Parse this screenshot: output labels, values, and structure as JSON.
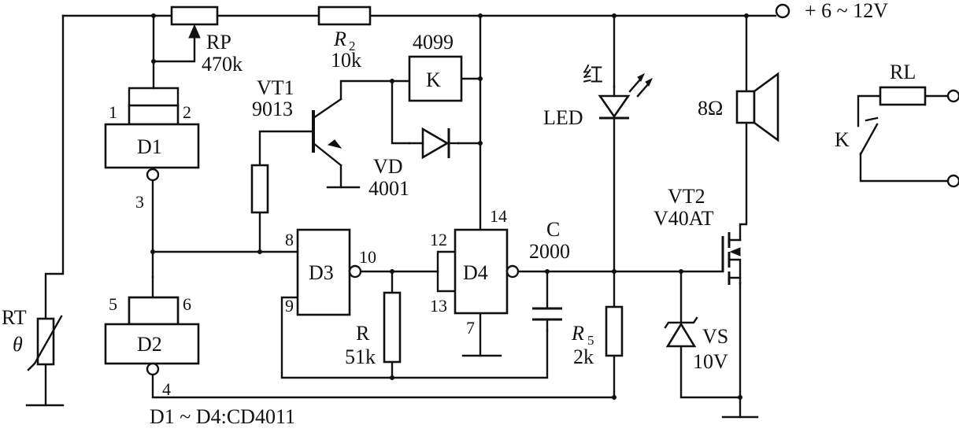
{
  "supply": {
    "label": "+ 6 ~ 12V"
  },
  "rp": {
    "name": "RP",
    "value": "470k"
  },
  "r2": {
    "name": "R",
    "sub": "2",
    "value": "10k"
  },
  "relay": {
    "name": "4099",
    "coil": "K"
  },
  "vt1": {
    "name": "VT1",
    "type": "9013"
  },
  "vd": {
    "name": "VD",
    "type": "4001"
  },
  "led": {
    "color_label": "红",
    "name": "LED"
  },
  "speaker": {
    "value": "8Ω"
  },
  "rl": {
    "name": "RL",
    "contact": "K"
  },
  "gates": {
    "d1": {
      "name": "D1",
      "pin_a": "1",
      "pin_b": "2",
      "pin_out": "3"
    },
    "d2": {
      "name": "D2",
      "pin_a": "5",
      "pin_b": "6",
      "pin_out": "4"
    },
    "d3": {
      "name": "D3",
      "pin_a": "8",
      "pin_b": "9",
      "pin_out": "10"
    },
    "d4": {
      "name": "D4",
      "pin_a": "12",
      "pin_b": "13",
      "pin_vdd": "14",
      "pin_gnd": "7"
    }
  },
  "c": {
    "name": "C",
    "value": "2000"
  },
  "r": {
    "name": "R",
    "value": "51k"
  },
  "r5": {
    "name": "R",
    "sub": "5",
    "value": "2k"
  },
  "vt2": {
    "name": "VT2",
    "type": "V40AT"
  },
  "vs": {
    "name": "VS",
    "value": "10V"
  },
  "rt": {
    "name": "RT",
    "symbol": "θ"
  },
  "footnote": "D1 ~ D4:CD4011"
}
